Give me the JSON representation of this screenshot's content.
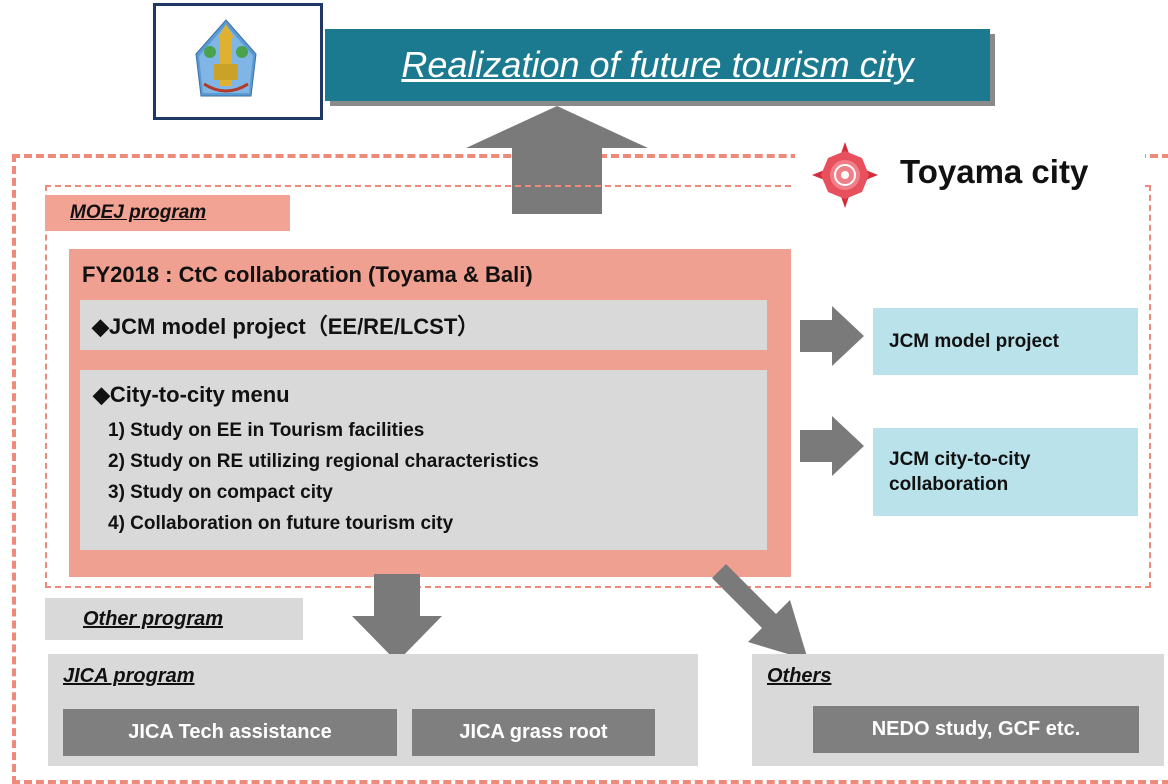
{
  "header": {
    "title": "Realization of future tourism city",
    "emblem_icon": "bali-province-emblem-icon"
  },
  "toyama": {
    "label": "Toyama city",
    "emblem_icon": "toyama-city-emblem-icon"
  },
  "moej": {
    "label": "MOEJ program",
    "fy_title": "FY2018 : CtC collaboration (Toyama & Bali)",
    "jcm_item": "◆JCM model project（EE/RE/LCST）",
    "city_menu_title": "◆City-to-city menu",
    "city_menu_items": [
      "1) Study on EE in Tourism facilities",
      "2) Study on RE utilizing regional characteristics",
      "3) Study on compact city",
      "4) Collaboration on future tourism city"
    ]
  },
  "outputs": {
    "jcm_model": "JCM model project",
    "jcm_city_line1": "JCM city-to-city",
    "jcm_city_line2": "collaboration"
  },
  "other": {
    "label": "Other program",
    "jica_label": "JICA program",
    "jica_tech": "JICA Tech assistance",
    "jica_grass": "JICA grass root",
    "others_label": "Others",
    "nedo": "NEDO study, GCF etc."
  },
  "colors": {
    "banner": "#1c7a90",
    "salmon": "#f0a091",
    "dashed": "#ee8a7a",
    "light_blue": "#b9e2ea",
    "gray": "#d9d9d9",
    "dark_gray": "#7f7f7f",
    "arrow": "#7a7a7a"
  }
}
